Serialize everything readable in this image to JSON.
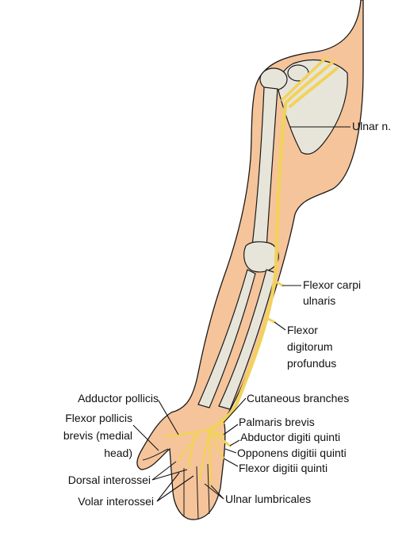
{
  "labels": {
    "ulnar_n": "Ulnar n.",
    "flexor_carpi_ulnaris_1": "Flexor carpi",
    "flexor_carpi_ulnaris_2": "ulnaris",
    "flexor_digitorum_profundus_1": "Flexor",
    "flexor_digitorum_profundus_2": "digitorum",
    "flexor_digitorum_profundus_3": "profundus",
    "cutaneous_branches": "Cutaneous branches",
    "palmaris_brevis": "Palmaris brevis",
    "abductor_digiti_quinti": "Abductor digiti quinti",
    "opponens_digitii_quinti": "Opponens digitii quinti",
    "flexor_digitii_quinti": "Flexor digitii quinti",
    "ulnar_lumbricales": "Ulnar lumbricales",
    "adductor_pollicis": "Adductor pollicis",
    "flexor_pollicis_1": "Flexor pollicis",
    "flexor_pollicis_2": "brevis (medial",
    "flexor_pollicis_3": "head)",
    "dorsal_interossei": "Dorsal interossei",
    "volar_interossei": "Volar interossei"
  },
  "colors": {
    "skin": "#f5c49b",
    "bone": "#e7e5da",
    "nerve": "#f2d25c",
    "outline": "#1a1a1a"
  }
}
